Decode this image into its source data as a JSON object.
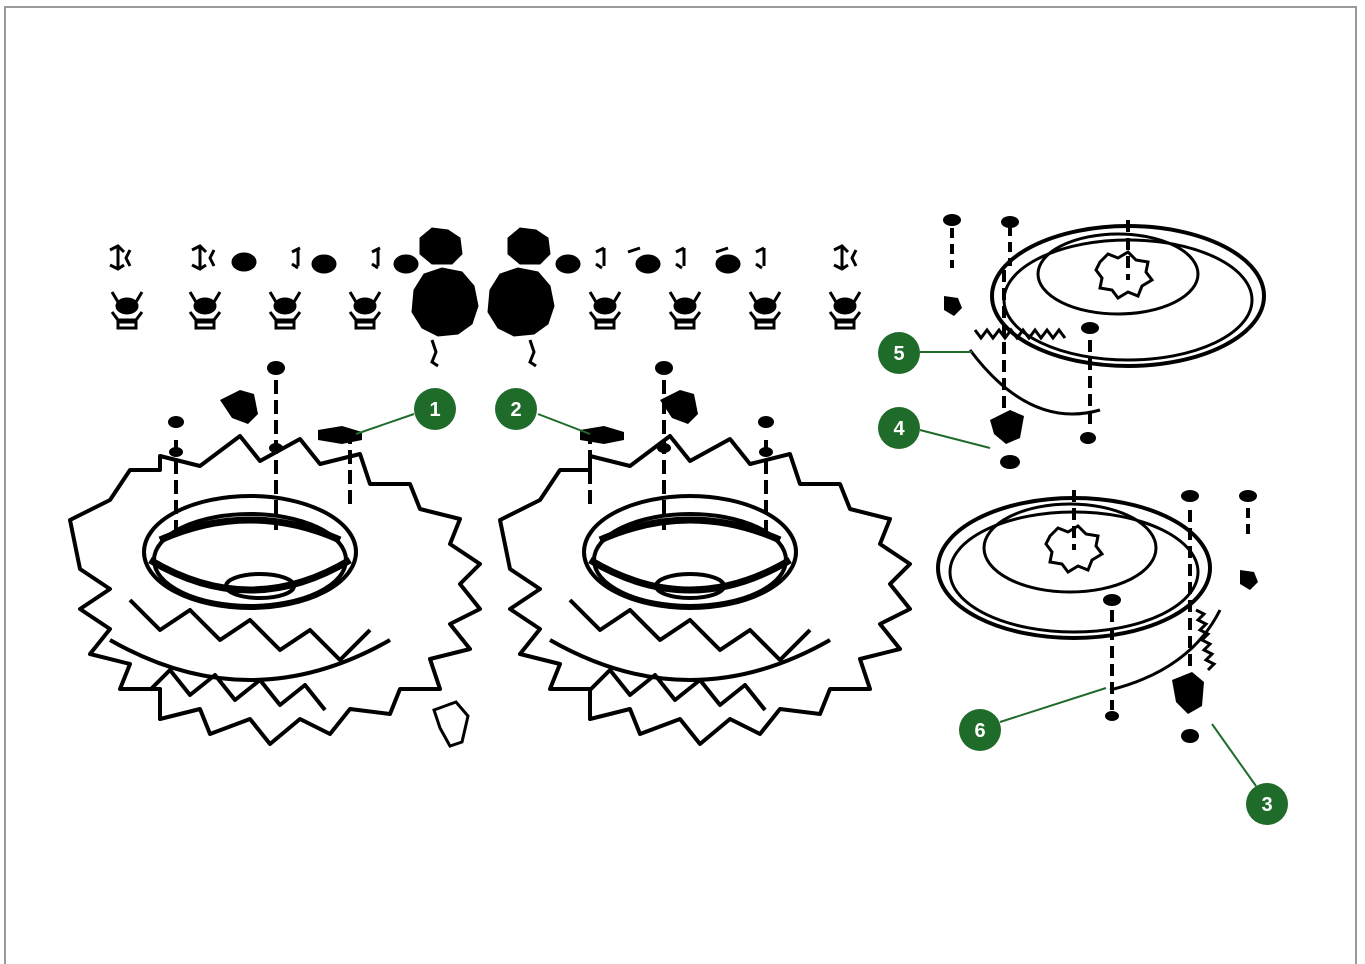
{
  "colors": {
    "accent": "#1f6b2a",
    "ink": "#000000",
    "paper": "#ffffff",
    "border": "#9a9a9a"
  },
  "callouts": [
    {
      "id": "1",
      "label": "1"
    },
    {
      "id": "2",
      "label": "2"
    },
    {
      "id": "3",
      "label": "3"
    },
    {
      "id": "4",
      "label": "4"
    },
    {
      "id": "5",
      "label": "5"
    },
    {
      "id": "6",
      "label": "6"
    }
  ]
}
